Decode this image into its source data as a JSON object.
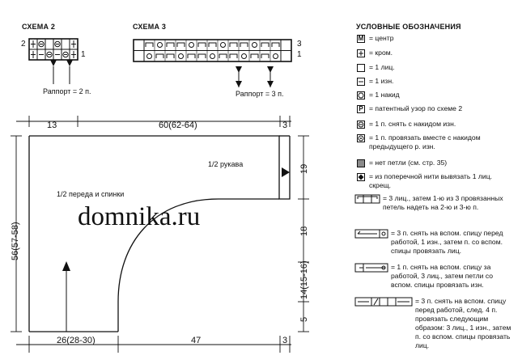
{
  "scheme2": {
    "title": "СХЕМА 2",
    "row_top": "2",
    "row_bottom": "1",
    "rapport": "Раппорт = 2 п."
  },
  "scheme3": {
    "title": "СХЕМА 3",
    "row_top": "3",
    "row_bottom": "1",
    "rapport": "Раппорт = 3 п."
  },
  "legend": {
    "title": "УСЛОВНЫЕ ОБОЗНАЧЕНИЯ",
    "items": [
      {
        "text": "= центр"
      },
      {
        "text": "= кром."
      },
      {
        "text": "= 1 лиц."
      },
      {
        "text": "= 1 изн."
      },
      {
        "text": "= 1 накид"
      },
      {
        "text": "= патентный узор по схеме 2"
      },
      {
        "text": "= 1 п. снять с накидом изн."
      },
      {
        "text": "= 1 п. провязать вместе с накидом предыдущего р. изн."
      },
      {
        "text": "= нет петли (см. стр. 35)"
      },
      {
        "text": "= из поперечной нити вывязать 1 лиц. скрещ."
      },
      {
        "text": "= 3 лиц., затем 1-ю из 3 провязанных петель надеть на 2-ю и 3-ю п."
      },
      {
        "text": "= 3 п. снять на вспом. спицу перед работой, 1 изн., затем п. со вспом. спицы провязать лиц."
      },
      {
        "text": "= 1 п. снять на вспом. спицу за работой, 3 лиц., затем петли со вспом. спицы провязать изн."
      },
      {
        "text": "= 3 п. снять на вспом. спицу перед работой, след. 4 п. провязать следующим образом: 3 лиц., 1 изн., затем п. со вспом. спицы провязать лиц."
      }
    ],
    "sym_m": "M",
    "sym_p": "P"
  },
  "pattern": {
    "top_13": "13",
    "top_60": "60(62-64)",
    "top_3": "3",
    "right_19": "19",
    "right_18": "18",
    "right_14": "14(15-16)",
    "right_5": "5",
    "left_56": "56(57-58)",
    "bottom_26": "26(28-30)",
    "bottom_47": "47",
    "bottom_3": "3",
    "label_sleeve": "1/2 рукава",
    "label_body": "1/2 переда и спинки"
  },
  "watermark": "domnika.ru"
}
